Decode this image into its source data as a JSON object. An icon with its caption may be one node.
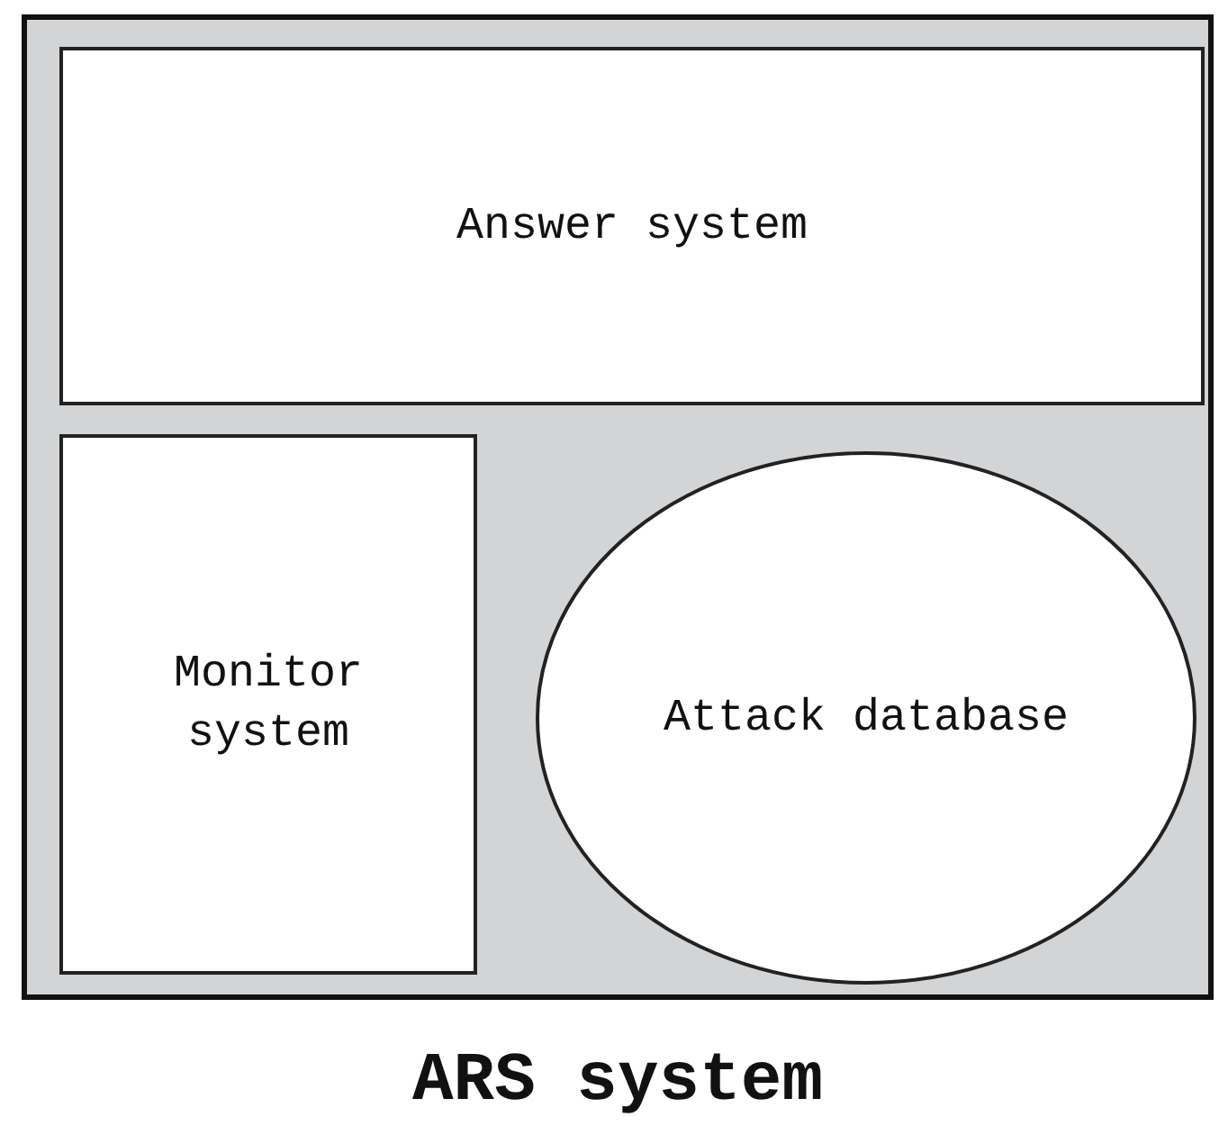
{
  "diagram": {
    "nodes": [
      {
        "text": [
          "ARS system"
        ]
      },
      {
        "text": [
          "Answer system"
        ],
        "in": 0
      },
      {
        "text": [
          "Monitor system"
        ],
        "in": 0
      },
      {
        "text": [
          "Attack database"
        ],
        "in": 0
      }
    ],
    "edges": []
  }
}
